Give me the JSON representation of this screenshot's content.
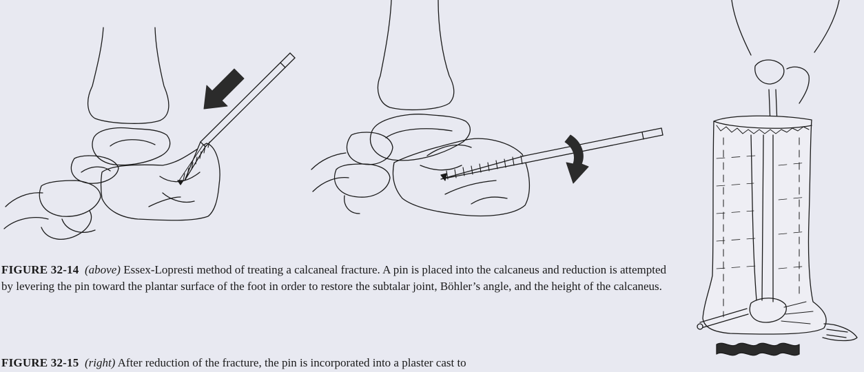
{
  "figure_14": {
    "number": "FIGURE 32-14",
    "location": "(above)",
    "text": "Essex-Lopresti method of treating a calcaneal fracture. A pin is placed into the calcaneus and reduction is attempted by levering the pin toward the plantar surface of the foot in order to restore the subtalar joint, Böhler’s angle, and the height of the calcaneus."
  },
  "figure_15": {
    "number": "FIGURE 32-15",
    "location": "(right)",
    "text": "After reduction of the fracture, the pin is incorporated into a plaster cast to"
  },
  "colors": {
    "background": "#e8e9f1",
    "ink": "#1a1a1a",
    "arrow": "#2b2b2b",
    "cast_fill": "#eeeef4"
  },
  "icons": [
    "push-arrow-icon",
    "rotation-arrow-icon"
  ]
}
